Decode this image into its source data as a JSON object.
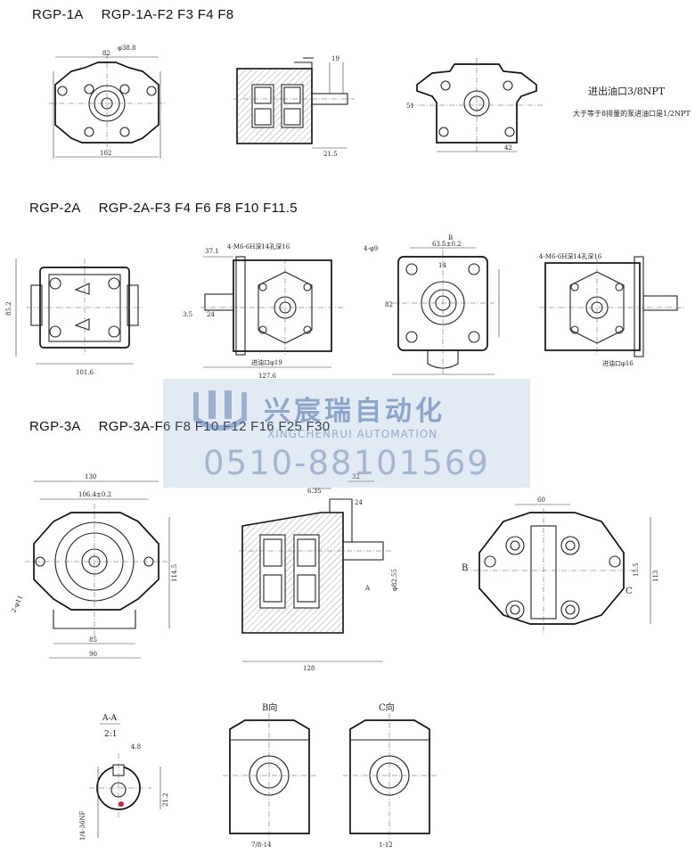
{
  "sections": {
    "rgp1a": {
      "model": "RGP-1A",
      "variants": "RGP-1A-F2 F3 F4 F8"
    },
    "rgp2a": {
      "model": "RGP-2A",
      "variants": "RGP-2A-F3 F4 F6 F8 F10 F11.5"
    },
    "rgp3a": {
      "model": "RGP-3A",
      "variants": "RGP-3A-F6 F8 F10 F12 F16 F25 F30"
    }
  },
  "notes": {
    "port": "进出油口3/8NPT",
    "port_large": "大于等于8排量的泵进油口是1/2NPT"
  },
  "dims": {
    "d1_82": "82",
    "d1_102": "102",
    "d1_phi": "φ38.8",
    "d1_19": "19",
    "d1_21": "21.5",
    "d1_51": "51",
    "d1_42": "42",
    "d2_85": "85.2",
    "d2_101": "101.6",
    "d2_37": "37.1",
    "d2_4m6": "4-M6-6H深14孔深16",
    "d2_127": "127.6",
    "d2_inlet": "进油口φ19",
    "d2_24": "24",
    "d2_35": "3.5",
    "d2_4h7": "4-φ9",
    "d2_635": "63.5±0.2",
    "d2_82": "82",
    "d2_b": "B",
    "d2_14": "14",
    "d2_m6r": "4-M6-6H深14孔深16",
    "d2_outlet": "进油口φ16",
    "d3_130": "130",
    "d3_1064": "106.4±0.2",
    "d3_2phi": "2-φ11",
    "d3_1145": "114.5",
    "d3_85": "85",
    "d3_90": "90",
    "d3_635": "6.35",
    "d3_32": "32",
    "d3_24": "24",
    "d3_phi82": "φ82.55",
    "d3_128": "128",
    "d3_60": "60",
    "d3_b": "B",
    "d3_c": "C",
    "d3_113": "113",
    "d3_155": "15.5",
    "d3_a": "A",
    "sec_aa": "A-A",
    "sec_scale": "2:1",
    "sec_48": "4.8",
    "sec_212": "21.2",
    "sec_npt": "1/4-36NF",
    "view_b": "B向",
    "view_c": "C向",
    "view_b_thread": "7/8-14",
    "view_c_thread": "1-12"
  },
  "watermark": {
    "name": "兴宸瑞自动化",
    "name_en": "XINGCHENRUI AUTOMATION",
    "phone": "0510-88101569"
  },
  "colors": {
    "line": "#222222",
    "watermark": "#466eaa"
  }
}
